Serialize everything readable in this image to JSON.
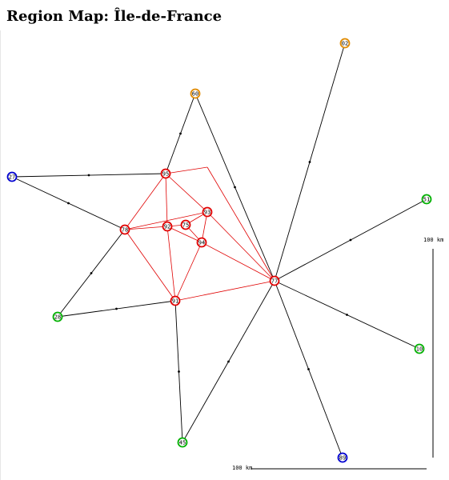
{
  "title": "Region Map: Île-de-France",
  "colors": {
    "core": "#e00000",
    "green": "#00b000",
    "blue": "#0000d0",
    "orange": "#e08a00",
    "black": "#000000",
    "node_fill": "#ffffff"
  },
  "scale": {
    "vertical_label": "100 km",
    "horizontal_label": "100 km"
  },
  "nodes": [
    {
      "id": "75",
      "group": "core"
    },
    {
      "id": "77",
      "group": "core"
    },
    {
      "id": "78",
      "group": "core"
    },
    {
      "id": "91",
      "group": "core"
    },
    {
      "id": "92",
      "group": "core"
    },
    {
      "id": "93",
      "group": "core"
    },
    {
      "id": "94",
      "group": "core"
    },
    {
      "id": "95",
      "group": "core"
    },
    {
      "id": "60",
      "group": "orange"
    },
    {
      "id": "02",
      "group": "orange"
    },
    {
      "id": "27",
      "group": "blue"
    },
    {
      "id": "89",
      "group": "blue"
    },
    {
      "id": "51",
      "group": "green"
    },
    {
      "id": "10",
      "group": "green"
    },
    {
      "id": "28",
      "group": "green"
    },
    {
      "id": "45",
      "group": "green"
    }
  ],
  "edges": [
    {
      "from": "95",
      "to": "78",
      "color": "red"
    },
    {
      "from": "95",
      "to": "92",
      "color": "red"
    },
    {
      "from": "95",
      "to": "93",
      "color": "red"
    },
    {
      "from": "95",
      "to": "J",
      "color": "red"
    },
    {
      "from": "J",
      "to": "77",
      "color": "red"
    },
    {
      "from": "78",
      "to": "92",
      "color": "red"
    },
    {
      "from": "78",
      "to": "93",
      "color": "red"
    },
    {
      "from": "78",
      "to": "91",
      "color": "red"
    },
    {
      "from": "92",
      "to": "75",
      "color": "red"
    },
    {
      "from": "92",
      "to": "94",
      "color": "red"
    },
    {
      "from": "92",
      "to": "91",
      "color": "red"
    },
    {
      "from": "75",
      "to": "93",
      "color": "red"
    },
    {
      "from": "75",
      "to": "94",
      "color": "red"
    },
    {
      "from": "93",
      "to": "94",
      "color": "red"
    },
    {
      "from": "93",
      "to": "77",
      "color": "red"
    },
    {
      "from": "94",
      "to": "91",
      "color": "red"
    },
    {
      "from": "94",
      "to": "77",
      "color": "red"
    },
    {
      "from": "91",
      "to": "77",
      "color": "red"
    },
    {
      "from": "60",
      "to": "95",
      "color": "black"
    },
    {
      "from": "60",
      "to": "77",
      "color": "black"
    },
    {
      "from": "02",
      "to": "77",
      "color": "black"
    },
    {
      "from": "27",
      "to": "95",
      "color": "black"
    },
    {
      "from": "27",
      "to": "78",
      "color": "black"
    },
    {
      "from": "28",
      "to": "78",
      "color": "black"
    },
    {
      "from": "28",
      "to": "91",
      "color": "black"
    },
    {
      "from": "45",
      "to": "91",
      "color": "black"
    },
    {
      "from": "45",
      "to": "77",
      "color": "black"
    },
    {
      "from": "51",
      "to": "77",
      "color": "black"
    },
    {
      "from": "10",
      "to": "77",
      "color": "black"
    },
    {
      "from": "89",
      "to": "77",
      "color": "black"
    }
  ]
}
